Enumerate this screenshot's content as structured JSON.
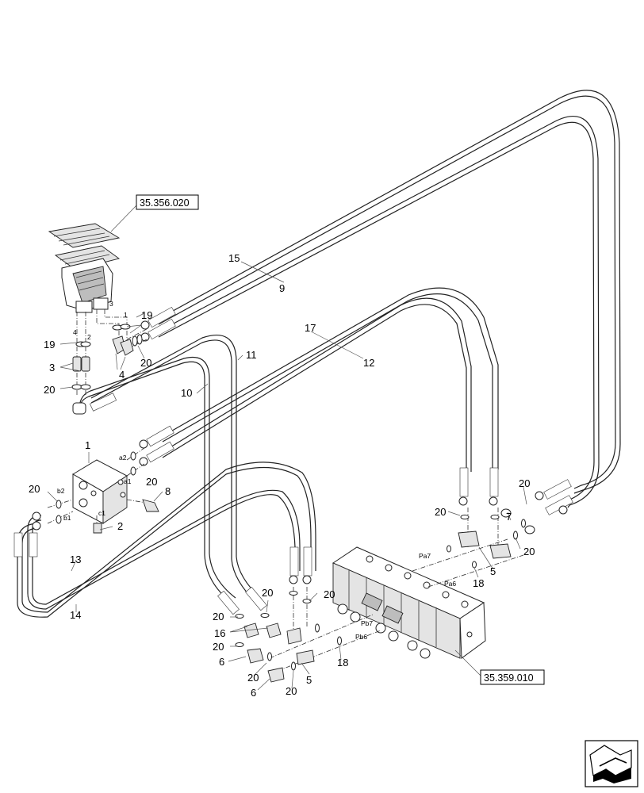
{
  "refs": {
    "pedal_ref": "35.356.020",
    "valve_ref": "35.359.010"
  },
  "callouts": {
    "n1": "1",
    "n2": "2",
    "n3": "3",
    "n4": "4",
    "n5a": "5",
    "n5b": "5",
    "n6a": "6",
    "n6b": "6",
    "n7": "7",
    "n8": "8",
    "n9": "9",
    "n10": "10",
    "n11": "11",
    "n12": "12",
    "n13": "13",
    "n14": "14",
    "n15": "15",
    "n16": "16",
    "n17": "17",
    "n18a": "18",
    "n18b": "18",
    "n19a": "19",
    "n19b": "19",
    "n20a": "20",
    "n20b": "20",
    "n20c": "20",
    "n20d": "20",
    "n20e": "20",
    "n20f": "20",
    "n20g": "20",
    "n20h": "20",
    "n20i": "20",
    "n20j": "20",
    "n20k": "20",
    "n20l": "20",
    "n20m": "20"
  },
  "ports": {
    "p4": "4",
    "p2": "2",
    "p3": "3",
    "p1": "1",
    "a2": "a2",
    "a1": "a1",
    "b2": "b2",
    "b1": "b1",
    "c1": "c1",
    "pa7": "Pa7",
    "pa6": "Pa6",
    "pb7": "Pb7",
    "pb6": "Pb6"
  },
  "icons": {
    "nav": "next-page-arrow-icon"
  }
}
